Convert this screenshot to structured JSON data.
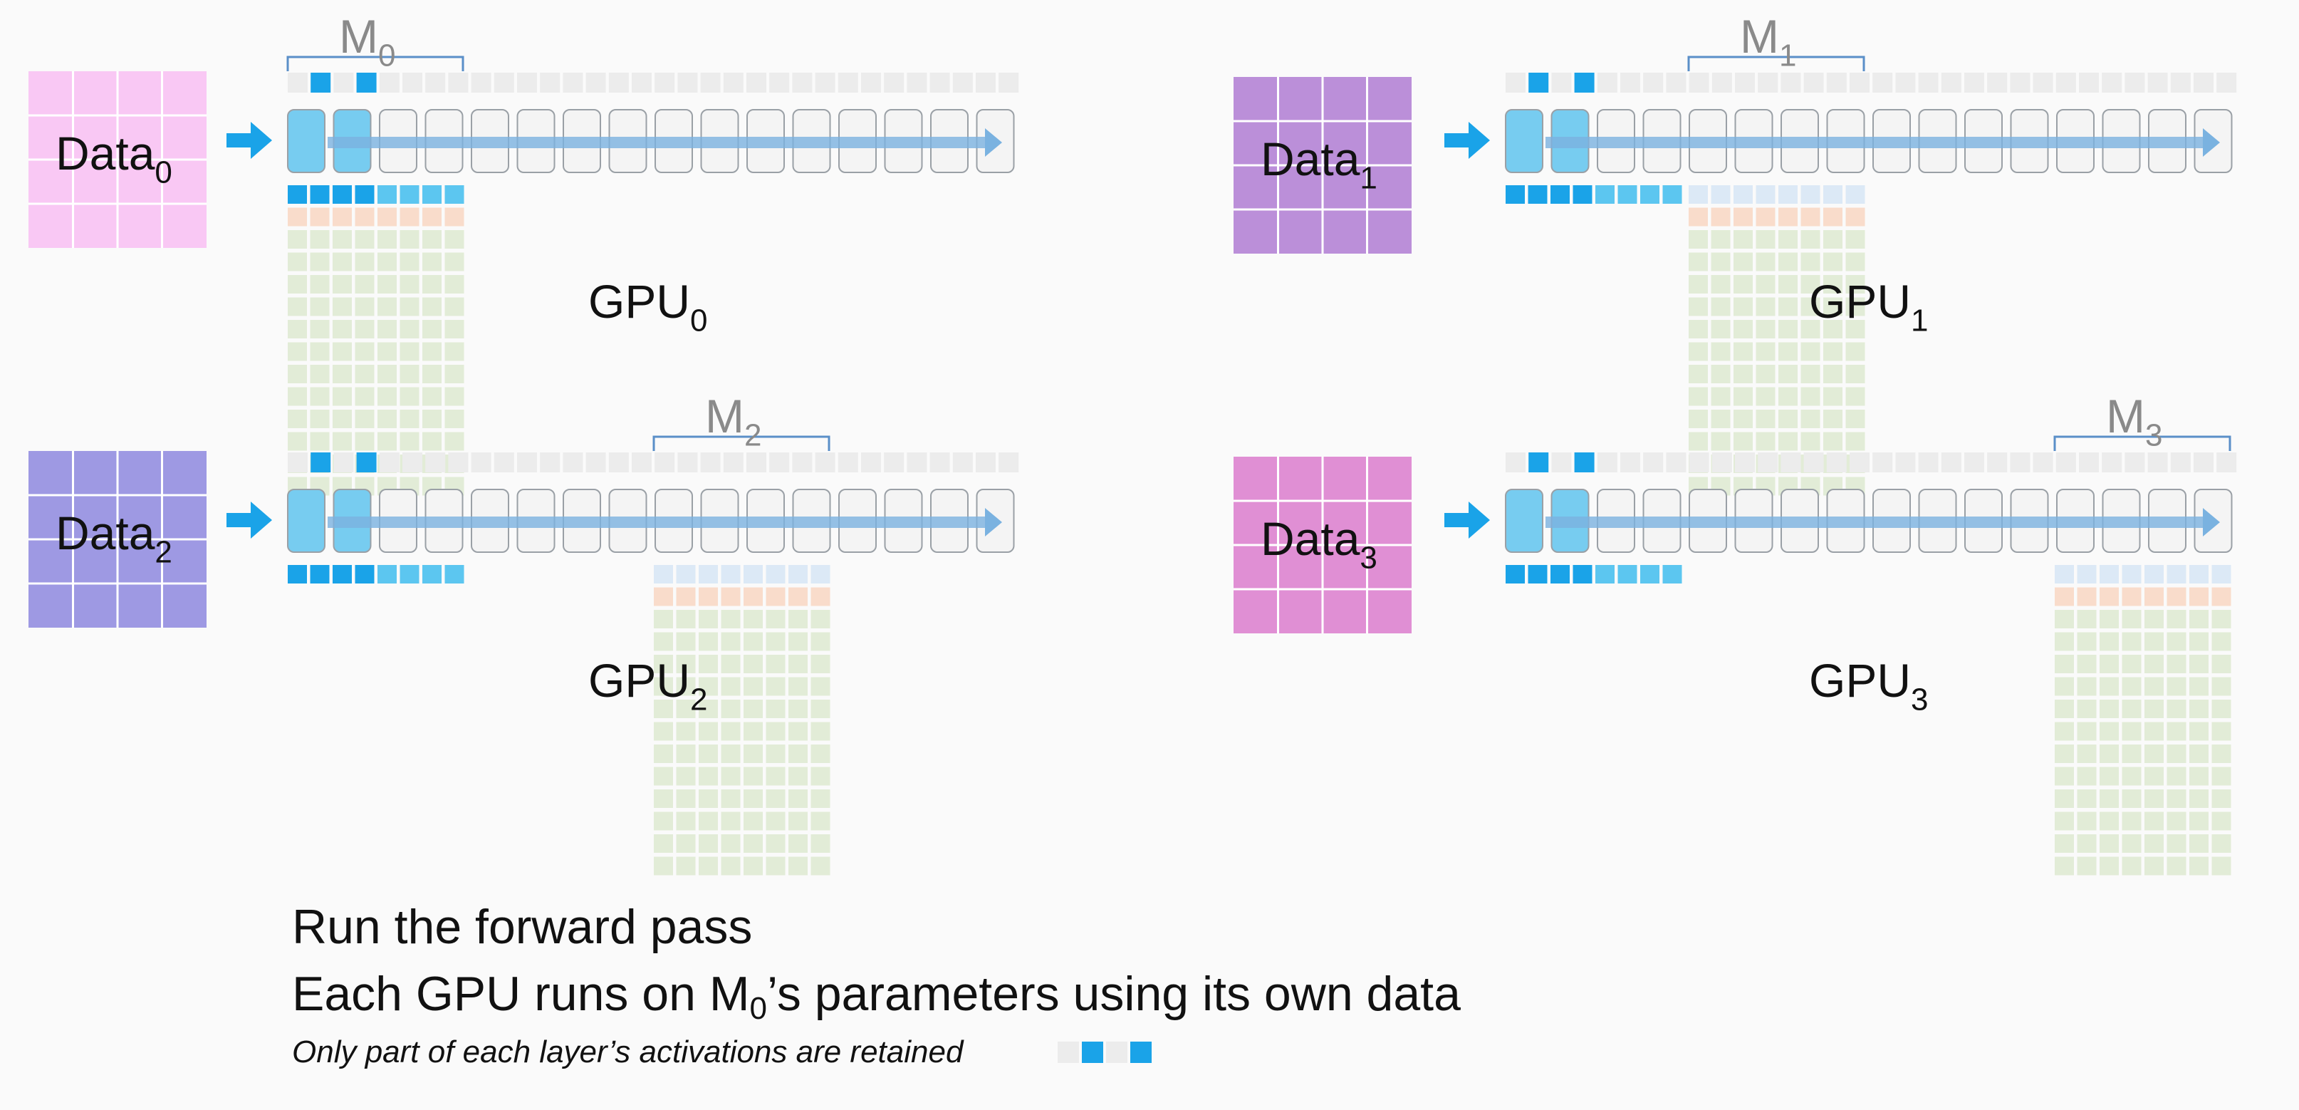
{
  "panels": [
    {
      "data_label": "Data",
      "data_sub": "0",
      "gpu_label": "GPU",
      "gpu_sub": "0",
      "model_label": "M",
      "model_sub": "0",
      "shard_index": 0,
      "data_color": "#f9c8f4"
    },
    {
      "data_label": "Data",
      "data_sub": "1",
      "gpu_label": "GPU",
      "gpu_sub": "1",
      "model_label": "M",
      "model_sub": "1",
      "shard_index": 1,
      "data_color": "#bb8fd9"
    },
    {
      "data_label": "Data",
      "data_sub": "2",
      "gpu_label": "GPU",
      "gpu_sub": "2",
      "model_label": "M",
      "model_sub": "2",
      "shard_index": 2,
      "data_color": "#9e99e3"
    },
    {
      "data_label": "Data",
      "data_sub": "3",
      "gpu_label": "GPU",
      "gpu_sub": "3",
      "model_label": "M",
      "model_sub": "3",
      "shard_index": 3,
      "data_color": "#e08fd4"
    }
  ],
  "colors": {
    "accent_blue": "#1aa3e8",
    "light_blue": "#5cc6f0",
    "pale_blue": "#dce9f6",
    "param_peach": "#f9dccb",
    "grad_green": "#e2ecd7",
    "layer_fill": "#f4f4f4",
    "layer_active": "#77ccf0",
    "flow_arrow": "#7ab2e0",
    "bracket": "#5a8fc8",
    "label_gray": "#8a8a8a"
  },
  "caption": {
    "line1": "Run the forward pass",
    "line2_pre": "Each GPU runs on M",
    "line2_sub": "0",
    "line2_post": "’s parameters using its own data",
    "line3": "Only part of each layer’s activations are retained"
  }
}
